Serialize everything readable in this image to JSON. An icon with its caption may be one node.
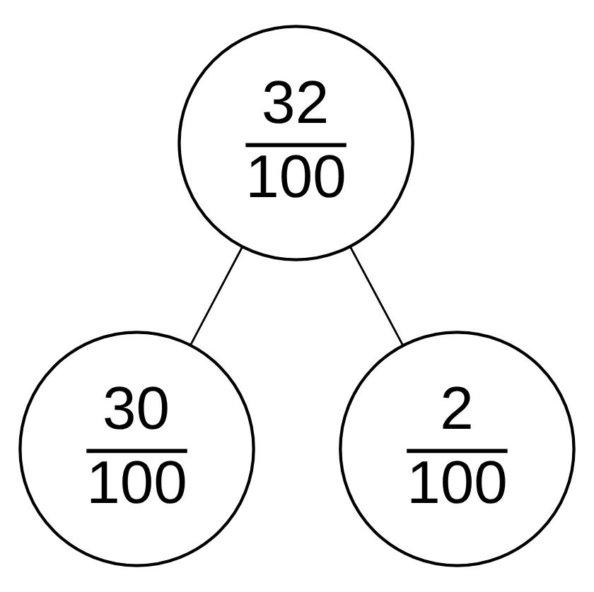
{
  "diagram": {
    "nodes": [
      {
        "text": [
          "32",
          "100"
        ]
      },
      {
        "text": [
          "30",
          "100"
        ]
      },
      {
        "text": [
          "2",
          "100"
        ]
      }
    ],
    "edges": [
      {
        "from": 0,
        "to": 1,
        "arrow": "none"
      },
      {
        "from": 0,
        "to": 2,
        "arrow": "none"
      }
    ]
  }
}
